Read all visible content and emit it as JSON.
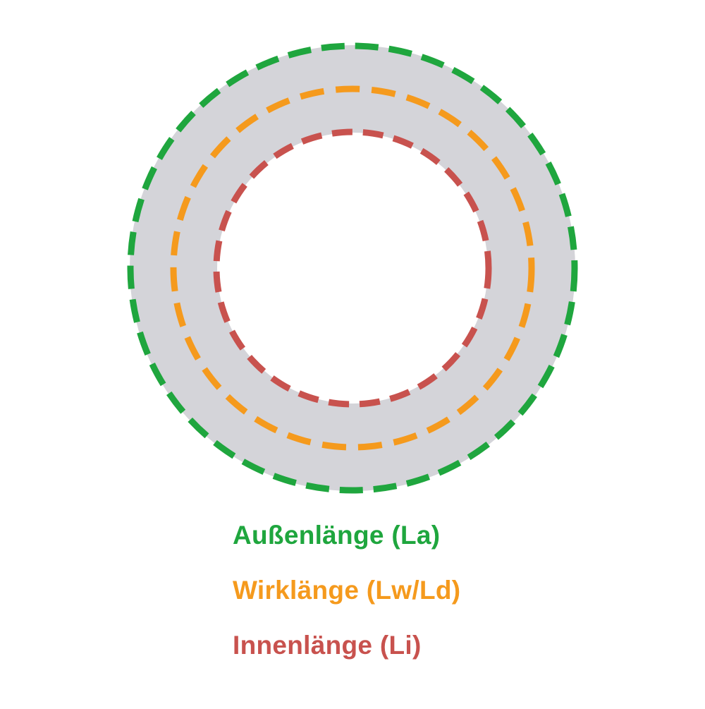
{
  "diagram": {
    "belt_ring_fill": "#d4d4d9",
    "outer_circle": {
      "name": "aussenlaenge-outer-length",
      "color": "#1fa63e"
    },
    "effective_circle": {
      "name": "wirklaenge-effective-length",
      "color": "#f59a1d"
    },
    "inner_circle": {
      "name": "innenlaenge-inner-length",
      "color": "#c8524e"
    }
  },
  "legend": {
    "items": [
      {
        "label": "Außenlänge (La)",
        "color": "#1fa63e"
      },
      {
        "label": "Wirklänge (Lw/Ld)",
        "color": "#f59a1d"
      },
      {
        "label": "Innenlänge (Li)",
        "color": "#c8524e"
      }
    ]
  }
}
